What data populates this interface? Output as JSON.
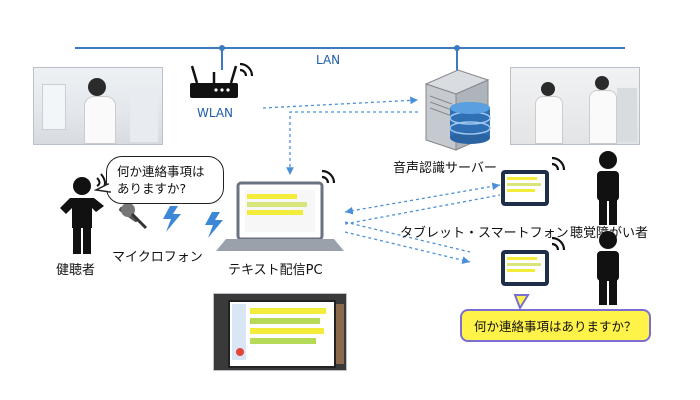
{
  "network": {
    "lan_label": "LAN",
    "wlan_label": "WLAN"
  },
  "nodes": {
    "server_label": "音声認識サーバー",
    "pc_label": "テキスト配信PC",
    "mic_label": "マイクロフォン",
    "speaker_label": "健聴者",
    "tablet_label": "タブレット・スマートフォン",
    "hearing_impaired_label": "聴覚障がい者"
  },
  "speech": {
    "bubble_line1": "何か連絡事項は",
    "bubble_line2": "ありますか?",
    "caption": "何か連絡事項はありますか？"
  },
  "colors": {
    "lan": "#3c7bc0",
    "dashed": "#4a90d8",
    "callout_bg": "#fff34a",
    "callout_border": "#7a6fd0"
  },
  "icons": [
    "wifi-router-icon",
    "server-icon",
    "laptop-icon",
    "microphone-icon",
    "lightning-icon",
    "person-icon",
    "tablet-icon",
    "wifi-signal-icon"
  ]
}
